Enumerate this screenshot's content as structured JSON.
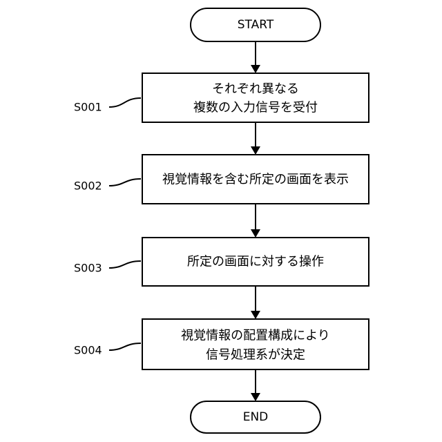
{
  "start": "START",
  "end": "END",
  "steps": [
    {
      "id": "S001",
      "lines": [
        "それぞれ異なる",
        "複数の入力信号を受付"
      ]
    },
    {
      "id": "S002",
      "lines": [
        "視覚情報を含む所定の画面を表示"
      ]
    },
    {
      "id": "S003",
      "lines": [
        "所定の画面に対する操作"
      ]
    },
    {
      "id": "S004",
      "lines": [
        "視覚情報の配置構成により",
        "信号処理系が決定"
      ]
    }
  ]
}
